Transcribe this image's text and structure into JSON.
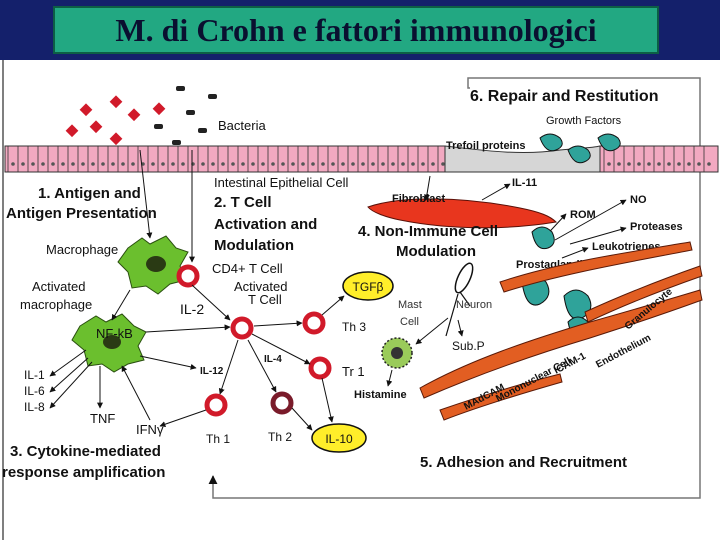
{
  "title": "M. di Crohn e fattori immunologici",
  "stages": {
    "antigen": [
      "1. Antigen and",
      "Antigen Presentation"
    ],
    "tcell": [
      "2. T Cell",
      "Activation and",
      "Modulation"
    ],
    "cytokine": [
      "3. Cytokine-mediated",
      "response amplification"
    ],
    "nonimmune": [
      "4. Non-Immune Cell",
      "Modulation"
    ],
    "adhesion": "5. Adhesion and Recruitment",
    "repair": "6. Repair and Restitution"
  },
  "labels": {
    "bacteria": "Bacteria",
    "epithelial": "Intestinal Epithelial Cell",
    "growth_factors": "Growth Factors",
    "trefoil": "Trefoil proteins",
    "il11": "IL-11",
    "fibroblast": "Fibroblast",
    "rom": "ROM",
    "no": "NO",
    "proteases": "Proteases",
    "leukotrienes": "Leukotrienes",
    "prostaglandins": "Prostaglandins",
    "macrophage": "Macrophage",
    "activated_macrophage": [
      "Activated",
      "macrophage"
    ],
    "cd4": "CD4+ T Cell",
    "activated_tcell": [
      "Activated",
      "T Cell"
    ],
    "il2": "IL-2",
    "tgfb": "TGFβ",
    "il10": "IL-10",
    "th3": "Th 3",
    "tr1": "Tr 1",
    "th1": "Th 1",
    "th2": "Th 2",
    "il4": "IL-4",
    "il12": "IL-12",
    "nfkb": "NF-kB",
    "il1": "IL-1",
    "il6": "IL-6",
    "il8": "IL-8",
    "tnf": "TNF",
    "ifng": "IFNγ",
    "mast_cell": [
      "Mast",
      "Cell"
    ],
    "neuron": "Neuron",
    "subp": "Sub.P",
    "histamine": "Histamine",
    "madcam": "MAdCAM",
    "icam": "ICAM-1",
    "mononuclear": "Mononuclear Cell",
    "endothelium": "Endothelium",
    "granulocyte": "Granulocyte"
  },
  "colors": {
    "title_bar": "#14206b",
    "title_box": "#22a882",
    "bacteria": "#d11a2a",
    "epithelium": "#f2a9c1",
    "macrophage": "#6bbf2e",
    "t_cell": "#d11a2a",
    "th2_cell": "#7a1b2a",
    "fibroblast": "#e8361e",
    "endothelium": "#e25e22",
    "granule_cell": "#2fa39a",
    "badge_yellow": "#ffee2a"
  }
}
